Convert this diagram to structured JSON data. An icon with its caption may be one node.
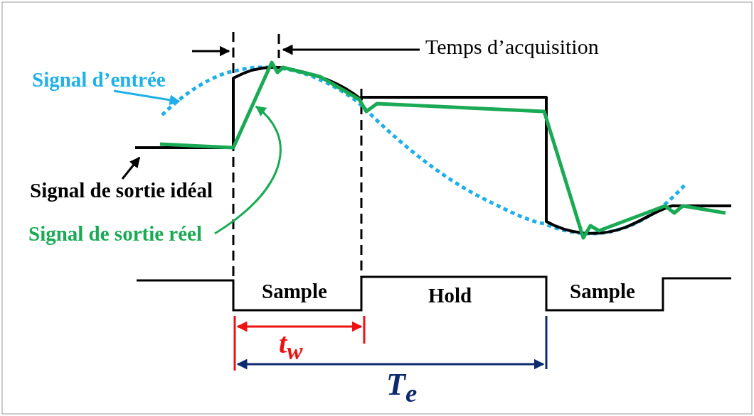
{
  "diagram": {
    "nodes": [
      {
        "text": [
          "Signal d’entrée"
        ]
      },
      {
        "text": [],
        "shape": "line"
      },
      {
        "text": [
          "Signal de sortie idéal"
        ]
      },
      {
        "text": [],
        "shape": "line"
      },
      {
        "text": [
          "Signal de sortie réel"
        ]
      },
      {
        "text": [],
        "shape": "line"
      }
    ],
    "edges": [
      {
        "from": 0,
        "to": 1,
        "arrow": "to",
        "color": "#1fb0e8"
      },
      {
        "from": 2,
        "to": 3,
        "arrow": "to",
        "color": "#000000"
      },
      {
        "from": 4,
        "to": 5,
        "arrow": "to",
        "color": "#1aaa55"
      }
    ],
    "labels": [
      "Temps d’acquisition",
      "Sample",
      "Hold",
      "Sample",
      "t$_{w}$",
      "T$_{e}$"
    ]
  }
}
